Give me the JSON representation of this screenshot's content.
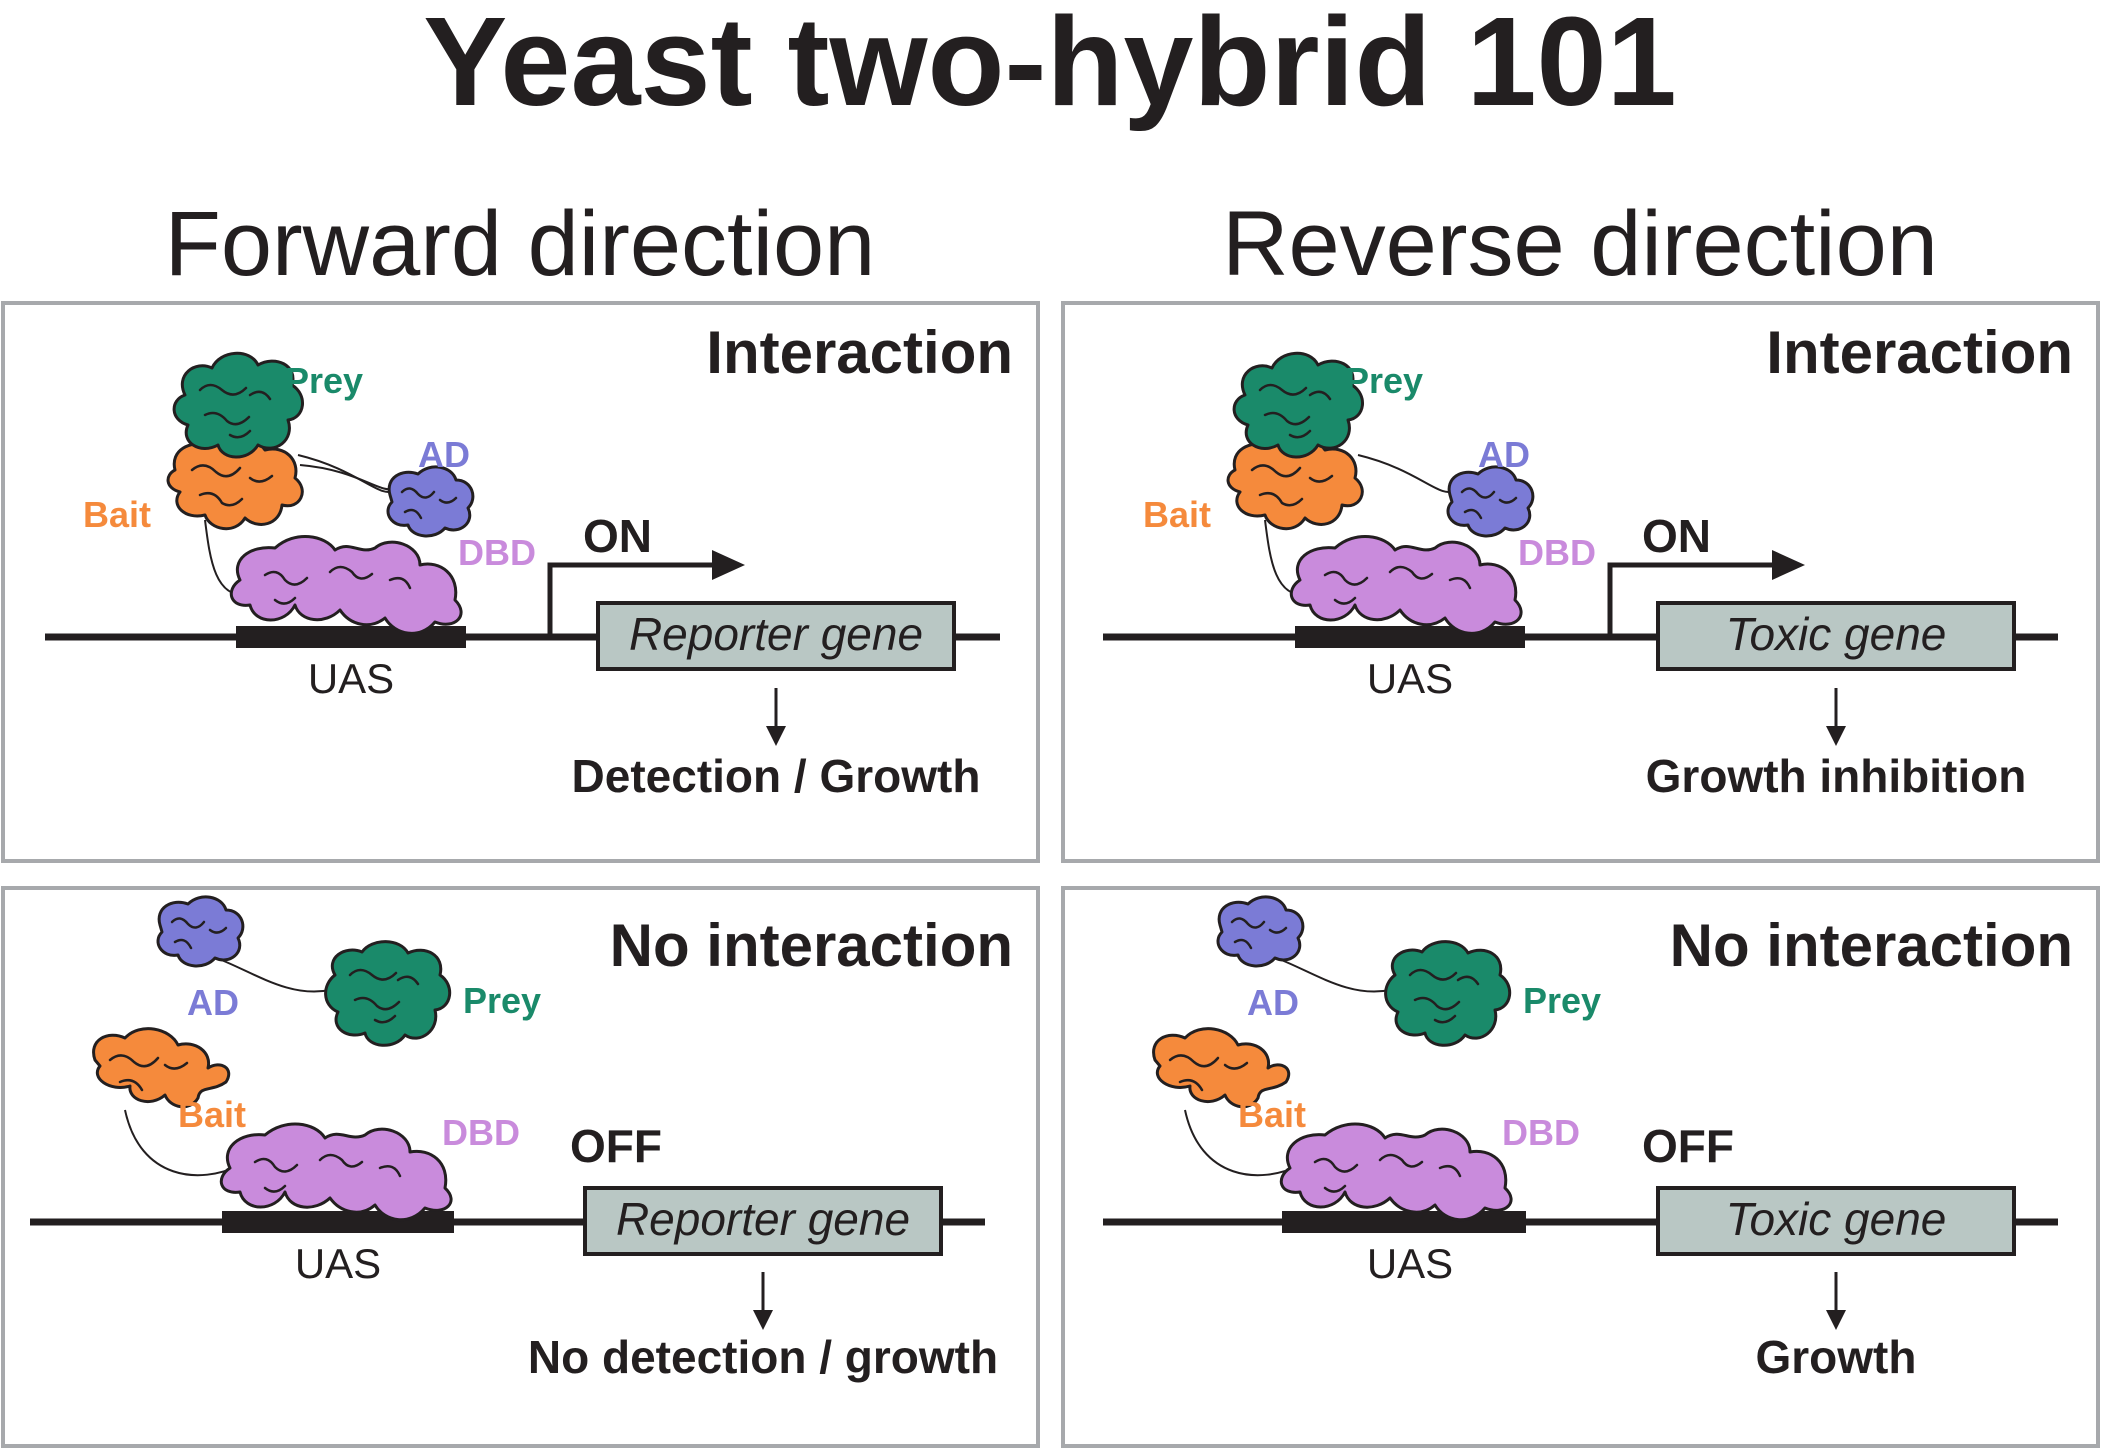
{
  "title": "Yeast two-hybrid 101",
  "colors": {
    "prey": "#1a8a6a",
    "ad": "#7b7bd6",
    "bait": "#f58a3c",
    "dbd": "#c98bdc",
    "gene_fill": "#b9c7c4",
    "frame": "#a7a9ac",
    "ink": "#231f20"
  },
  "columns": [
    {
      "heading": "Forward direction",
      "gene": "Reporter gene",
      "panels": [
        {
          "state": "Interaction",
          "switch": "ON",
          "outcome": "Detection / Growth",
          "interaction": true
        },
        {
          "state": "No interaction",
          "switch": "OFF",
          "outcome": "No detection / growth",
          "interaction": false
        }
      ]
    },
    {
      "heading": "Reverse direction",
      "gene": "Toxic gene",
      "panels": [
        {
          "state": "Interaction",
          "switch": "ON",
          "outcome": "Growth inhibition",
          "interaction": true
        },
        {
          "state": "No interaction",
          "switch": "OFF",
          "outcome": "Growth",
          "interaction": false
        }
      ]
    }
  ],
  "labels": {
    "prey": "Prey",
    "ad": "AD",
    "bait": "Bait",
    "dbd": "DBD",
    "uas": "UAS"
  },
  "icons": [
    "prey-protein-icon",
    "ad-protein-icon",
    "bait-protein-icon",
    "dbd-protein-icon",
    "promoter-arrow-icon",
    "down-arrow-icon"
  ]
}
